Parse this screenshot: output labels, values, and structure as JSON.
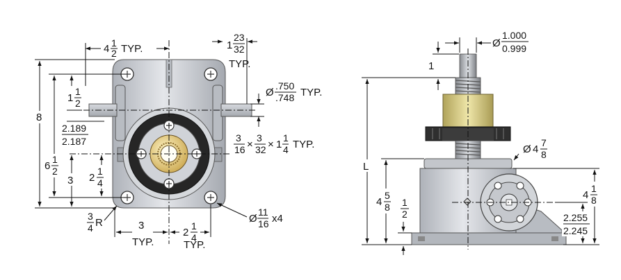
{
  "front_view": {
    "half_width": {
      "whole": "4",
      "num": "1",
      "den": "2",
      "suffix": "TYP."
    },
    "shaft_offset": {
      "whole": "1",
      "num": "23",
      "den": "32",
      "suffix": "TYP."
    },
    "overall_height": "8",
    "shaft_height": {
      "whole": "1",
      "num": "1",
      "den": "2"
    },
    "shaft_dia": {
      "prefix": "Ø",
      "upper": ".750",
      "lower": ".748",
      "suffix": "TYP."
    },
    "center_height_tol": {
      "upper": "2.189",
      "lower": "2.187"
    },
    "keyway": {
      "a_num": "3",
      "a_den": "16",
      "x1": "×",
      "b_num": "3",
      "b_den": "32",
      "x2": "×",
      "c_whole": "1",
      "c_num": "1",
      "c_den": "4",
      "suffix": "TYP."
    },
    "hole_span": {
      "whole": "6",
      "num": "1",
      "den": "2"
    },
    "center_from_base": "3",
    "center_to_hole": {
      "whole": "2",
      "num": "1",
      "den": "4"
    },
    "corner_radius": {
      "num": "3",
      "den": "4",
      "suffix": "R"
    },
    "hole_dia": {
      "prefix": "Ø",
      "num": "11",
      "den": "16",
      "suffix": "x4"
    },
    "bottom_left": {
      "value": "3",
      "suffix": "TYP."
    },
    "bottom_right": {
      "whole": "2",
      "num": "1",
      "den": "4",
      "suffix": "TYP."
    }
  },
  "side_view": {
    "screw_dia": {
      "prefix": "Ø",
      "upper": "1.000",
      "lower": "0.999"
    },
    "screw_end": "1",
    "length_label": "L",
    "flange_dia": {
      "prefix": "Ø",
      "whole": "4",
      "num": "7",
      "den": "8"
    },
    "housing_height": {
      "whole": "4",
      "num": "5",
      "den": "8"
    },
    "housing_right": {
      "whole": "4",
      "num": "1",
      "den": "8"
    },
    "base_thick": {
      "num": "1",
      "den": "2"
    },
    "shaft_center_tol": {
      "upper": "2.255",
      "lower": "2.245"
    }
  },
  "colors": {
    "housing": "#c9ccd2",
    "collar": "#2a2a2a",
    "nut": "#d8cc86",
    "bronze": "#d9b860"
  }
}
